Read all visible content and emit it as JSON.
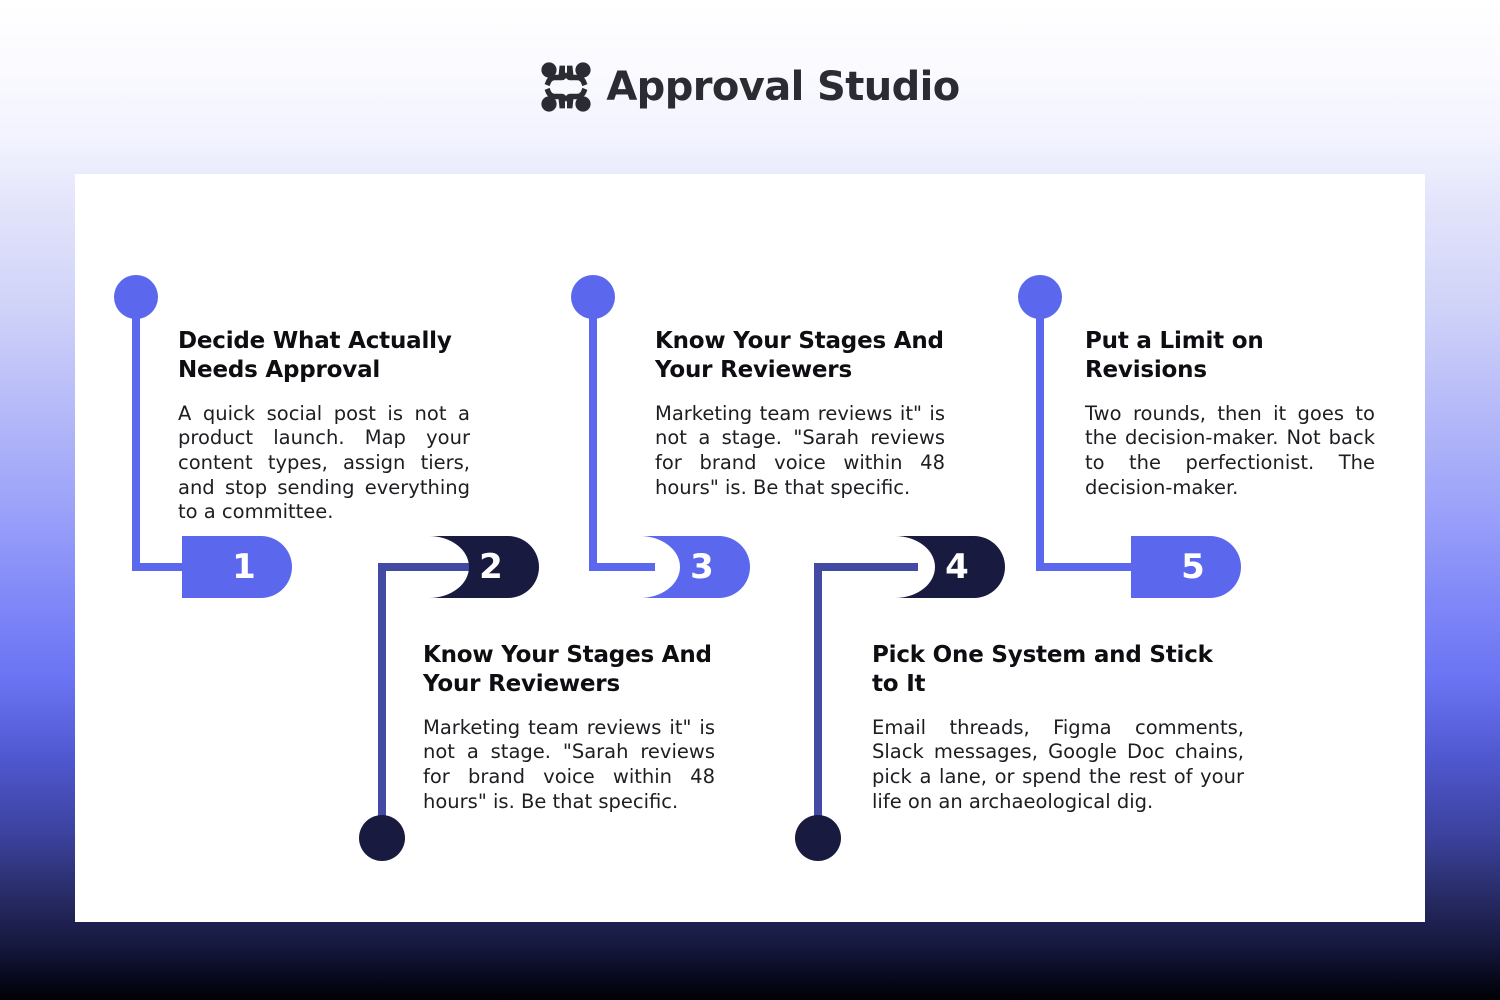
{
  "header": {
    "brand_name": "Approval Studio",
    "logo_icon": "approval-studio-grid-logo"
  },
  "theme": {
    "accent_light": "#5b68ee",
    "accent_dark": "#191a40",
    "line": "#434aa3",
    "panel": "#ffffff",
    "heading_text": "#0d0d12",
    "body_text": "#1d1d22"
  },
  "steps": [
    {
      "number": "1",
      "title": "Decide What Actually Needs Approval",
      "body": "A quick social post is not a product launch. Map your content types, assign tiers, and stop sending everything to a committee.",
      "position": "above",
      "variant": "light",
      "badge_shape": "flat-left-pill"
    },
    {
      "number": "2",
      "title": "Know Your Stages And Your Reviewers",
      "body": "Marketing team reviews it\" is not a stage. \"Sarah reviews for brand voice within 48 hours\" is. Be that specific.",
      "position": "below",
      "variant": "dark",
      "badge_shape": "notched-left-pill"
    },
    {
      "number": "3",
      "title": "Know Your Stages And Your Reviewers",
      "body": "Marketing team reviews it\" is not a stage. \"Sarah reviews for brand voice within 48 hours\" is. Be that specific.",
      "position": "above",
      "variant": "light",
      "badge_shape": "notched-left-pill"
    },
    {
      "number": "4",
      "title": "Pick One System and Stick to It",
      "body": "Email threads, Figma comments, Slack messages, Google Doc chains, pick a lane, or spend the rest of your life on an archaeological dig.",
      "position": "below",
      "variant": "dark",
      "badge_shape": "notched-left-pill"
    },
    {
      "number": "5",
      "title": "Put a Limit on Revisions",
      "body": "Two rounds, then it goes to the decision-maker. Not back to the perfectionist. The decision-maker.",
      "position": "above",
      "variant": "light",
      "badge_shape": "flat-left-pill"
    }
  ]
}
